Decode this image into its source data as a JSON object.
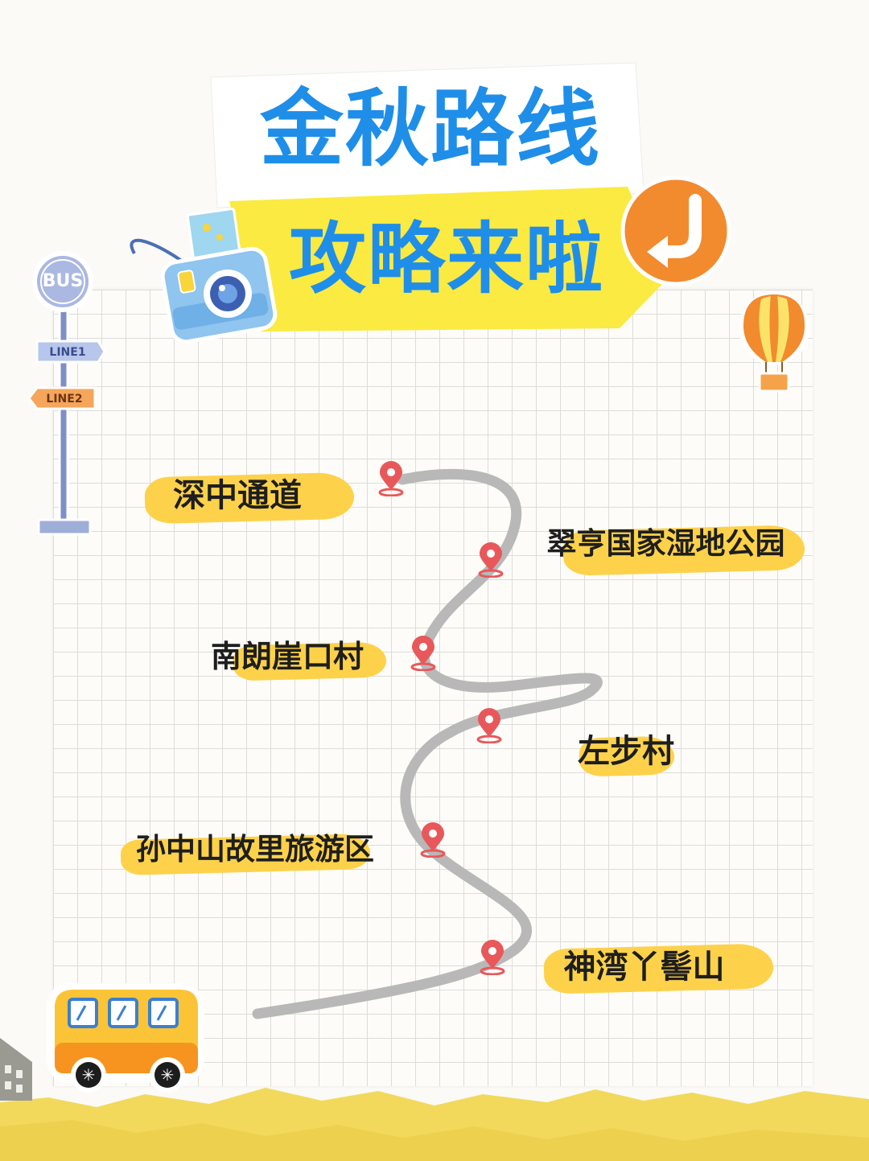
{
  "title": {
    "line1": "金秋路线",
    "line2": "攻略来啦"
  },
  "bus_sign": {
    "badge": "BUS",
    "line1": "LINE1",
    "line2": "LINE2"
  },
  "route_stops": [
    {
      "name": "深中通道"
    },
    {
      "name": "翠亨国家湿地公园"
    },
    {
      "name": "南朗崖口村"
    },
    {
      "name": "左步村"
    },
    {
      "name": "孙中山故里旅游区"
    },
    {
      "name": "神湾丫髻山"
    }
  ],
  "colors": {
    "title_blue": "#1f8ee8",
    "highlight_yellow": "#fdd24a",
    "accent_orange": "#f28a2e",
    "route_gray": "#b5b5b5",
    "pin_red": "#e8585a"
  },
  "icons": [
    "bus-stop-sign-icon",
    "camera-icon",
    "return-arrow-icon",
    "hot-air-balloon-icon",
    "bus-icon",
    "location-pin-icon"
  ]
}
